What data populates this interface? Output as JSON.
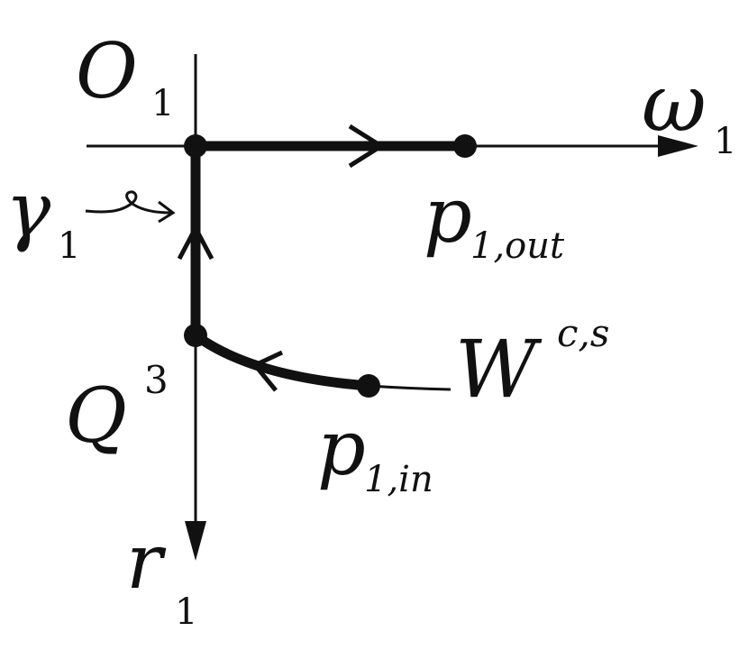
{
  "labels": {
    "origin": {
      "main": "O",
      "sub": "1"
    },
    "omega_axis": {
      "main": "ω",
      "sub": "1"
    },
    "r_axis": {
      "main": "r",
      "sub": "1"
    },
    "gamma": {
      "main": "γ",
      "sub": "1"
    },
    "p_out": {
      "main": "p",
      "sub": "1,out"
    },
    "p_in": {
      "main": "p",
      "sub": "1,in"
    },
    "q3": {
      "main": "Q",
      "sup": "3"
    },
    "w_cs": {
      "main": "W",
      "sup": "c,s"
    }
  },
  "colors": {
    "ink": "#111111",
    "background": "#ffffff"
  }
}
